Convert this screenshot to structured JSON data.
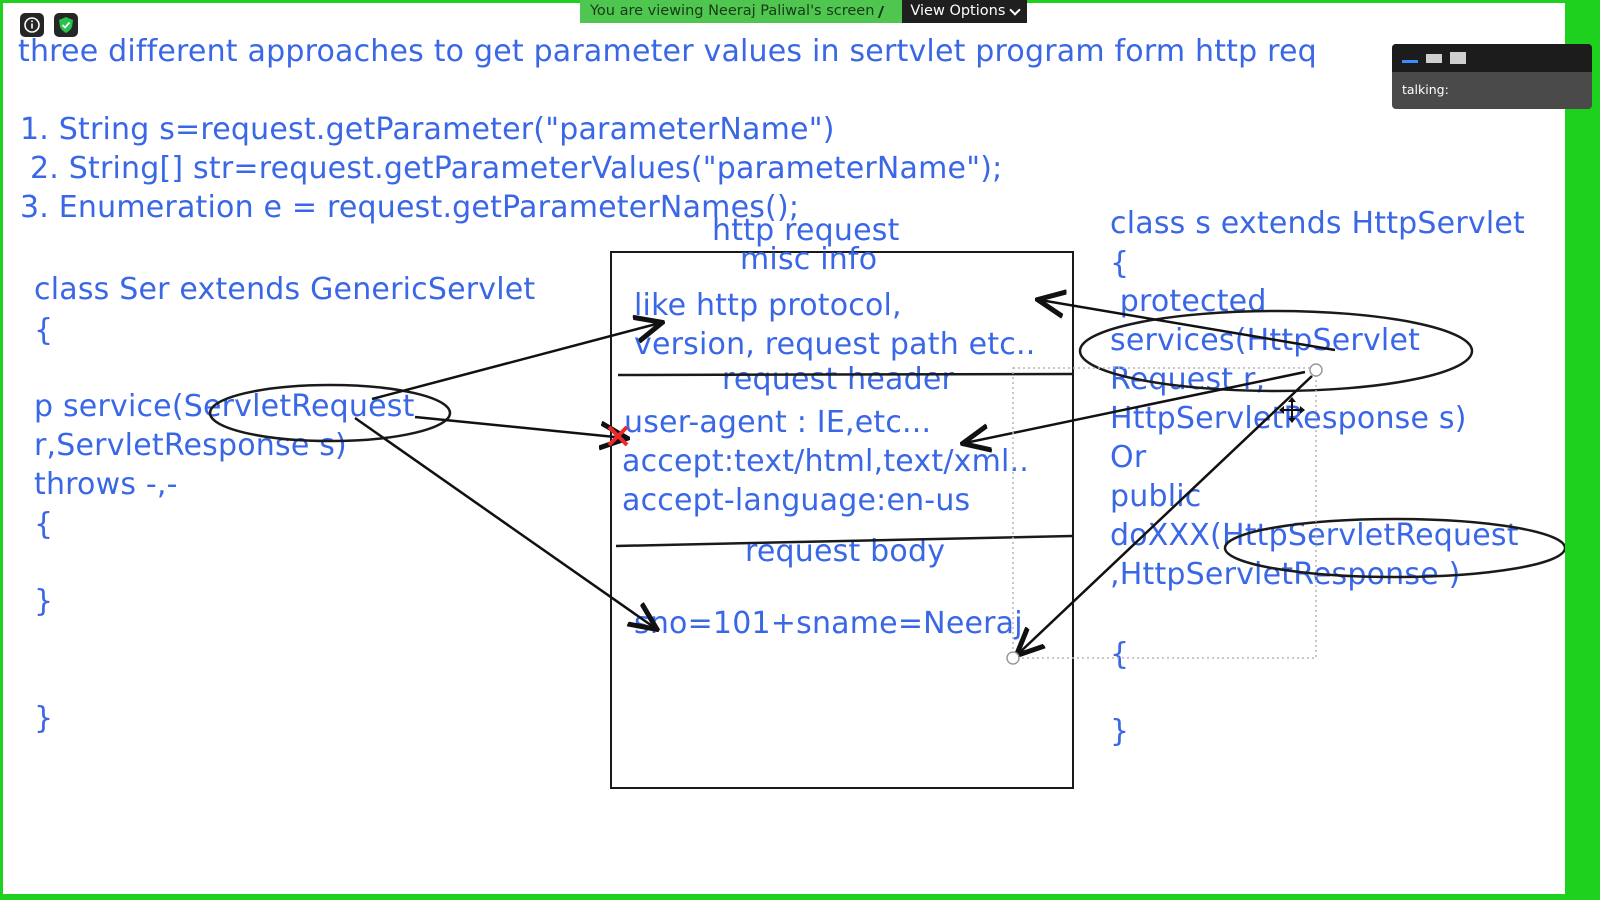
{
  "banner": {
    "message": "You are viewing Neeraj Paliwal's screen",
    "view_options": "View Options"
  },
  "talking": {
    "label": "talking:"
  },
  "slide": {
    "title": "three different approaches to get parameter values in sertvlet program form http req",
    "approaches": [
      "1. String s=request.getParameter(\"parameterName\")",
      "2. String[] str=request.getParameterValues(\"parameterName\");",
      "3. Enumeration e = request.getParameterNames();"
    ],
    "left_code": {
      "class_decl": "class Ser  extends GenericServlet",
      "open_brace": "{",
      "service_line1": "p service(ServletRequest",
      "service_line2": "r,ServletResponse s)",
      "throws": "throws -,-",
      "inner_open": "{",
      "inner_close": "}",
      "close": "}"
    },
    "request_box": {
      "heading1": "http   request",
      "heading2": "misc info",
      "misc_line1": "like http protocol,",
      "misc_line2": "version, request path etc..",
      "header_title": "request header",
      "header_line1": "user-agent : IE,etc...",
      "header_line2": "accept:text/html,text/xml..",
      "header_line3": "accept-language:en-us",
      "body_title": "request body",
      "body_line": "sno=101+sname=Neeraj"
    },
    "right_code": {
      "class_decl": "class s extends HttpServlet",
      "open_brace": "{",
      "protected": " protected",
      "services_line": "services(HttpServlet",
      "request_line": "Request r,",
      "response_line": "HttpServletResponse s)",
      "or": "Or",
      "public": "public",
      "doxxx_line": "doXXX(HttpServletRequest",
      "response2_line": ",HttpServletResponse )",
      "inner_open": "{",
      "inner_close": "}"
    }
  },
  "colors": {
    "slide_text": "#3a67e6",
    "share_border": "#1ed11e",
    "banner_bg": "#4fc64f"
  },
  "icons": [
    "info-icon",
    "shield-check-icon",
    "chevron-down-icon",
    "microphone-icon",
    "move-cursor-icon",
    "close-x-icon"
  ]
}
